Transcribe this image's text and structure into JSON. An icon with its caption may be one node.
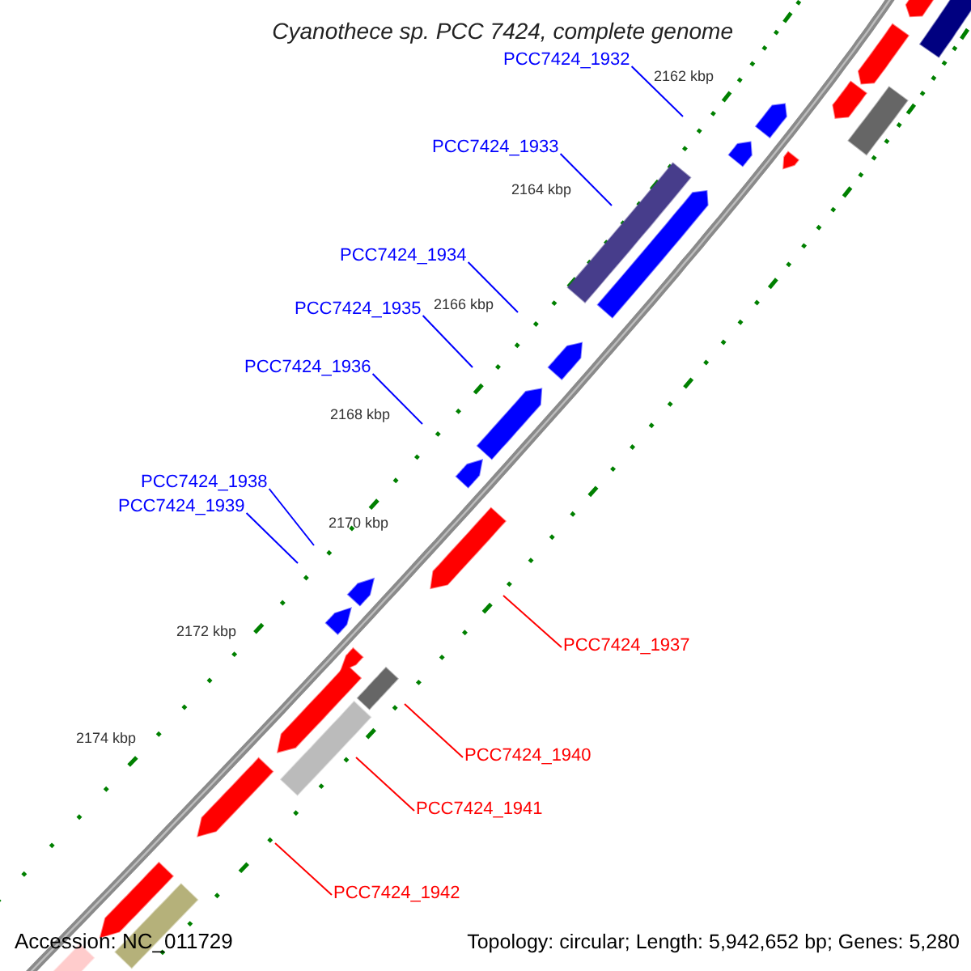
{
  "diagram": {
    "title": "Cyanothece sp. PCC 7424, complete genome",
    "nodes": [
      {
        "text": [
          "PCC7424_1932"
        ]
      },
      {
        "text": [
          "PCC7424_1933"
        ]
      },
      {
        "text": [
          "PCC7424_1934"
        ]
      },
      {
        "text": [
          "PCC7424_1935"
        ]
      },
      {
        "text": [
          "PCC7424_1936"
        ]
      },
      {
        "text": [
          "PCC7424_1938"
        ]
      },
      {
        "text": [
          "PCC7424_1939"
        ]
      },
      {
        "text": [
          "PCC7424_1937"
        ]
      },
      {
        "text": [
          "PCC7424_1940"
        ]
      },
      {
        "text": [
          "PCC7424_1941"
        ]
      },
      {
        "text": [
          "PCC7424_1942"
        ]
      }
    ],
    "edges": [
      {
        "from": 0,
        "to": null,
        "arrow": "none"
      },
      {
        "from": 1,
        "to": null,
        "arrow": "none"
      },
      {
        "from": 2,
        "to": null,
        "arrow": "none"
      },
      {
        "from": 3,
        "to": null,
        "arrow": "none"
      },
      {
        "from": 4,
        "to": null,
        "arrow": "none"
      },
      {
        "from": 5,
        "to": null,
        "arrow": "none"
      },
      {
        "from": 6,
        "to": null,
        "arrow": "none"
      },
      {
        "from": 7,
        "to": null,
        "arrow": "none",
        "color": "#ff0000"
      },
      {
        "from": 8,
        "to": null,
        "arrow": "none",
        "color": "#ff0000"
      },
      {
        "from": 9,
        "to": null,
        "arrow": "none",
        "color": "#ff0000"
      },
      {
        "from": 10,
        "to": null,
        "arrow": "none",
        "color": "#ff0000"
      }
    ],
    "labels": [
      "2162 kbp",
      "2164 kbp",
      "2166 kbp",
      "2168 kbp",
      "2170 kbp",
      "2172 kbp",
      "2174 kbp",
      "Accession: NC_011729",
      "Topology: circular; Length: 5,942,652 bp; Genes: 5,280"
    ]
  }
}
